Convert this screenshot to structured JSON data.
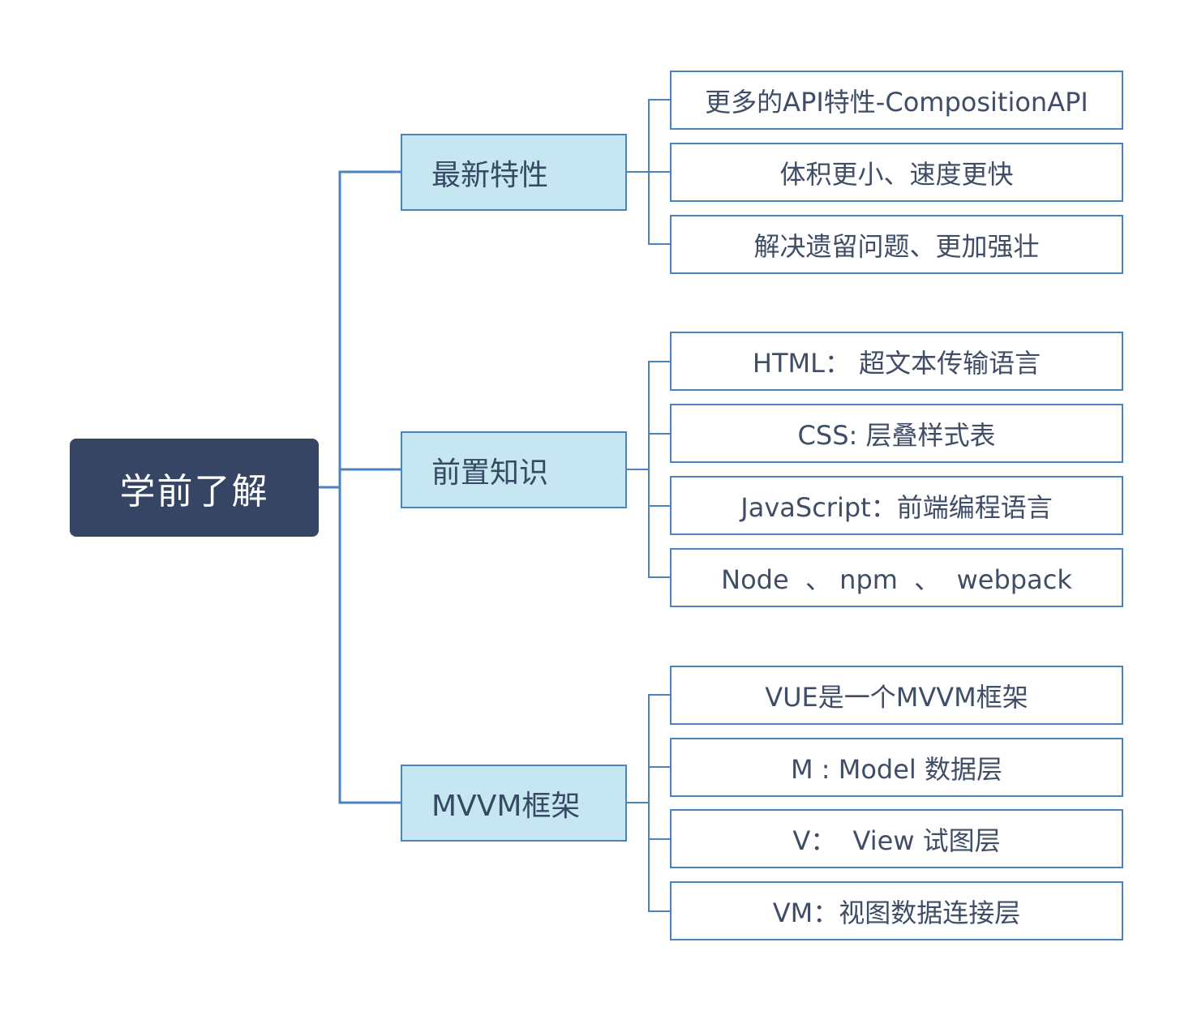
{
  "root": {
    "label": "学前了解"
  },
  "branches": [
    {
      "label": "最新特性",
      "leaves": [
        {
          "label": "更多的API特性-CompositionAPI"
        },
        {
          "label": "体积更小、速度更快"
        },
        {
          "label": "解决遗留问题、更加强壮"
        }
      ]
    },
    {
      "label": "前置知识",
      "leaves": [
        {
          "label": "HTML： 超文本传输语言"
        },
        {
          "label": "CSS:  层叠样式表"
        },
        {
          "label": "JavaScript：前端编程语言"
        },
        {
          "label": "Node  、 npm  、  webpack"
        }
      ]
    },
    {
      "label": "MVVM框架",
      "leaves": [
        {
          "label": "VUE是一个MVVM框架"
        },
        {
          "label": "M : Model 数据层"
        },
        {
          "label": "V：  View 试图层"
        },
        {
          "label": "VM：视图数据连接层"
        }
      ]
    }
  ],
  "colors": {
    "root_fill": "#354563",
    "branch_fill": "#c6e7f1",
    "border": "#4a83bd",
    "connector": "#4a83bd"
  }
}
